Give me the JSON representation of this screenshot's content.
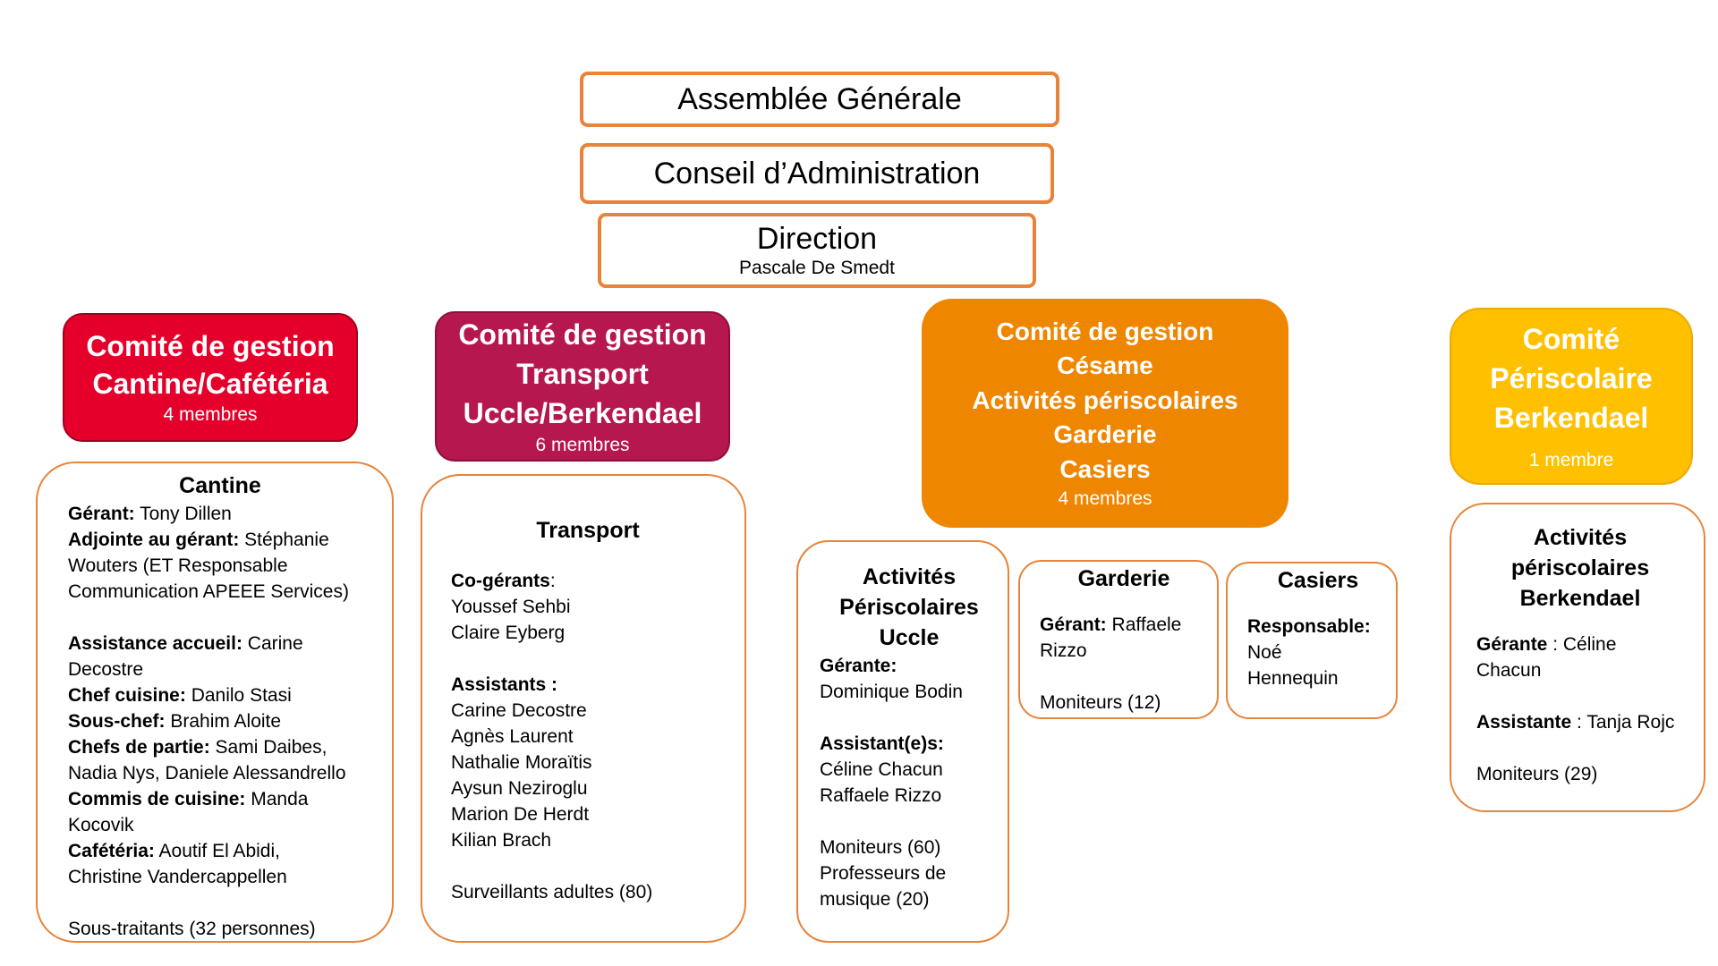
{
  "hierarchy": {
    "assemblee": "Assemblée Générale",
    "conseil": "Conseil d’Administration",
    "direction_title": "Direction",
    "direction_name": "Pascale De Smedt"
  },
  "colors": {
    "border_orange": "#E8833A",
    "cantine_red": "#E4002B",
    "transport_crimson": "#B5174E",
    "cesame_orange": "#EF8600",
    "periscolaire_yellow": "#FFC000"
  },
  "comites": {
    "cantine": {
      "title": "Comité de gestion\nCantine/Cafétéria",
      "members": "4 membres"
    },
    "transport": {
      "title": "Comité de gestion\nTransport\nUccle/Berkendael",
      "members": "6 membres"
    },
    "cesame": {
      "title": "Comité de gestion\nCésame\nActivités périscolaires\nGarderie\nCasiers",
      "members": "4 membres"
    },
    "periscolaire": {
      "title": "Comité\nPériscolaire\nBerkendael",
      "members": "1 membre"
    }
  },
  "cantine_box": {
    "heading": "Cantine",
    "gerant_label": "Gérant:",
    "gerant_value": " Tony Dillen",
    "adjointe_label": "Adjointe au gérant:",
    "adjointe_value": " Stéphanie",
    "adjointe_cont1": "Wouters (ET Responsable",
    "adjointe_cont2": "Communication APEEE Services)",
    "accueil_label": "Assistance accueil:",
    "accueil_value": " Carine",
    "accueil_cont": "Decostre",
    "chef_label": "Chef cuisine:",
    "chef_value": " Danilo Stasi",
    "souschef_label": "Sous-chef:",
    "souschef_value": " Brahim Aloite",
    "partie_label": "Chefs de partie:",
    "partie_value": " Sami Daibes,",
    "partie_cont": "Nadia Nys, Daniele Alessandrello",
    "commis_label": "Commis de cuisine:",
    "commis_value": " Manda",
    "commis_cont": "Kocovik",
    "cafeteria_label": "Cafétéria:",
    "cafeteria_value": " Aoutif El Abidi,",
    "cafeteria_cont": "Christine Vandercappellen",
    "soustraitants": "Sous-traitants (32 personnes)"
  },
  "transport_box": {
    "heading": "Transport",
    "cogerants_label": "Co-gérants",
    "cogerants_colon": ":",
    "cogerants": [
      "Youssef Sehbi",
      "Claire Eyberg"
    ],
    "assistants_label": "Assistants :",
    "assistants": [
      "Carine Decostre",
      "Agnès Laurent",
      "Nathalie Moraïtis",
      "Aysun Neziroglu",
      "Marion De Herdt",
      "Kilian Brach"
    ],
    "surveillants": "Surveillants adultes (80)"
  },
  "activites_uccle_box": {
    "heading": "Activités\nPériscolaires\nUccle",
    "gerante_label": "Gérante:",
    "gerante_value": "Dominique Bodin",
    "assistants_label": "Assistant(e)s:",
    "assistants": [
      "Céline Chacun",
      "Raffaele Rizzo"
    ],
    "moniteurs": "Moniteurs (60)",
    "professeurs1": "Professeurs de",
    "professeurs2": "musique (20)"
  },
  "garderie_box": {
    "heading": "Garderie",
    "gerant_label": "Gérant:",
    "gerant_value": " Raffaele",
    "gerant_cont": "Rizzo",
    "moniteurs": "Moniteurs (12)"
  },
  "casiers_box": {
    "heading": "Casiers",
    "responsable_label": "Responsable:",
    "responsable_names": [
      "Noé",
      "Hennequin"
    ]
  },
  "activites_berk_box": {
    "heading": "Activités\npériscolaires\nBerkendael",
    "gerante_label": "Gérante",
    "gerante_value": " : Céline",
    "gerante_cont": "Chacun",
    "assistante_label": "Assistante",
    "assistante_value": " : Tanja Rojc",
    "moniteurs": "Moniteurs (29)"
  }
}
